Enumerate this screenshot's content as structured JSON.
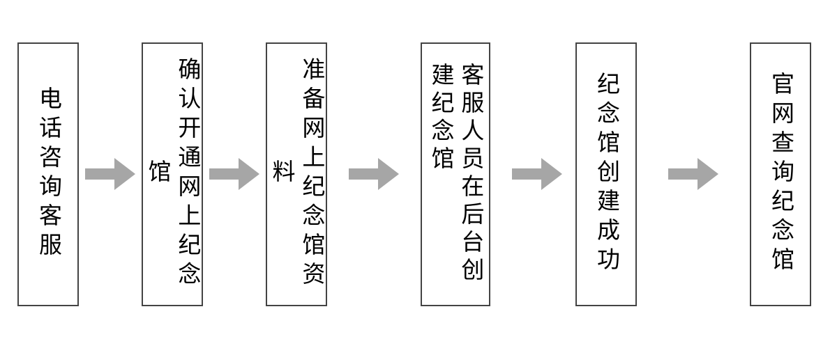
{
  "diagram": {
    "type": "flowchart",
    "orientation": "left-to-right",
    "background_color": "#ffffff",
    "box_border_color": "#434343",
    "arrow_color": "#a6a6a6",
    "text_color": "#000000",
    "text_direction": "vertical-rl",
    "node_count": 6,
    "arrow_count": 5,
    "nodes": [
      {
        "id": "node-1",
        "label": "电话咨询客服"
      },
      {
        "id": "node-2",
        "label": "确认开通网上纪念馆"
      },
      {
        "id": "node-3",
        "label": "准备网上纪念馆资料"
      },
      {
        "id": "node-4",
        "label": "客服人员在后台创建纪念馆"
      },
      {
        "id": "node-5",
        "label": "纪念馆创建成功"
      },
      {
        "id": "node-6",
        "label": "官网查询纪念馆"
      }
    ],
    "arrows": [
      {
        "id": "arrow-1",
        "from": "node-1",
        "to": "node-2",
        "glyph": "right-arrow"
      },
      {
        "id": "arrow-2",
        "from": "node-2",
        "to": "node-3",
        "glyph": "right-arrow"
      },
      {
        "id": "arrow-3",
        "from": "node-3",
        "to": "node-4",
        "glyph": "right-arrow"
      },
      {
        "id": "arrow-4",
        "from": "node-4",
        "to": "node-5",
        "glyph": "right-arrow"
      },
      {
        "id": "arrow-5",
        "from": "node-5",
        "to": "node-6",
        "glyph": "right-arrow"
      }
    ]
  }
}
